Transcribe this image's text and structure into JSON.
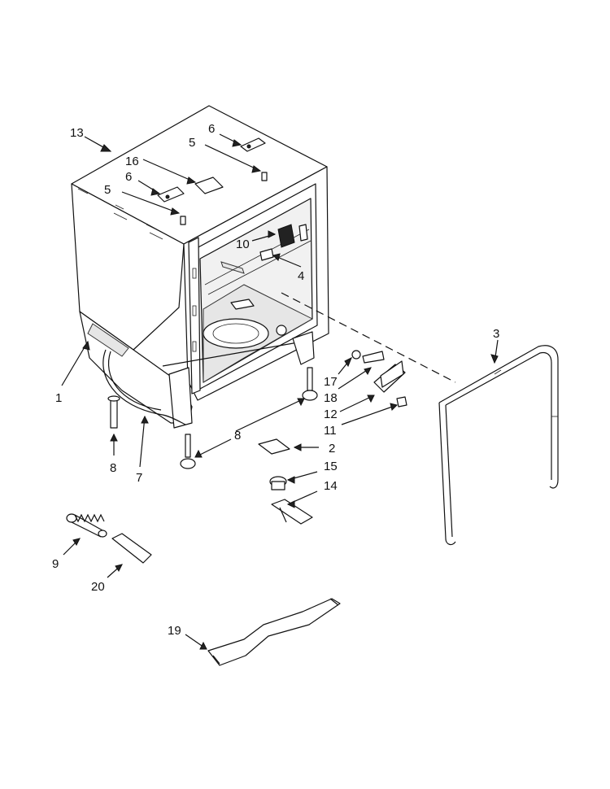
{
  "callouts": [
    {
      "id": "13",
      "label": "13"
    },
    {
      "id": "6a",
      "label": "6"
    },
    {
      "id": "5a",
      "label": "5"
    },
    {
      "id": "16",
      "label": "16"
    },
    {
      "id": "6b",
      "label": "6"
    },
    {
      "id": "5b",
      "label": "5"
    },
    {
      "id": "10",
      "label": "10"
    },
    {
      "id": "4",
      "label": "4"
    },
    {
      "id": "3",
      "label": "3"
    },
    {
      "id": "17",
      "label": "17"
    },
    {
      "id": "18",
      "label": "18"
    },
    {
      "id": "12",
      "label": "12"
    },
    {
      "id": "11",
      "label": "11"
    },
    {
      "id": "1",
      "label": "1"
    },
    {
      "id": "8a",
      "label": "8"
    },
    {
      "id": "8b",
      "label": "8"
    },
    {
      "id": "7",
      "label": "7"
    },
    {
      "id": "2",
      "label": "2"
    },
    {
      "id": "15",
      "label": "15"
    },
    {
      "id": "14",
      "label": "14"
    },
    {
      "id": "9",
      "label": "9"
    },
    {
      "id": "20",
      "label": "20"
    },
    {
      "id": "19",
      "label": "19"
    }
  ]
}
